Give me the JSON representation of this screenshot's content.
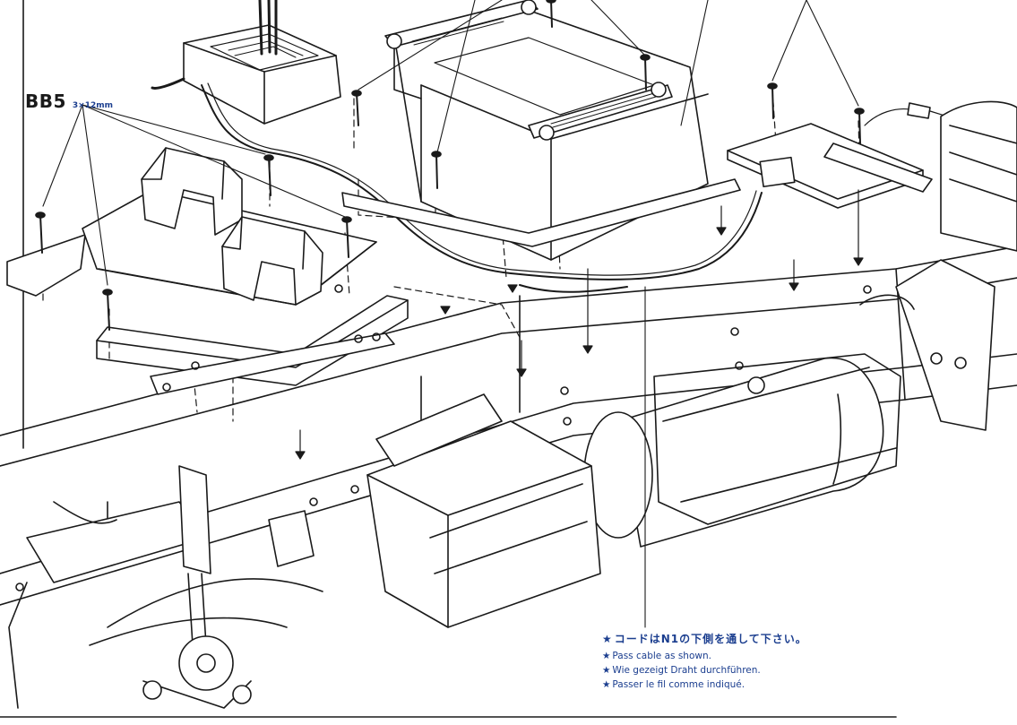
{
  "part_label": {
    "code": "BB5",
    "size": "3×12mm"
  },
  "notes": {
    "japanese": "コードはN1の下側を通して下さい。",
    "english": "Pass cable as shown.",
    "german": "Wie gezeigt Draht durchführen.",
    "french": "Passer le fil comme indiqué.",
    "bullet": "★"
  },
  "colors": {
    "ink": "#1a1a1a",
    "note_blue": "#1b3e8f",
    "background": "#ffffff"
  }
}
